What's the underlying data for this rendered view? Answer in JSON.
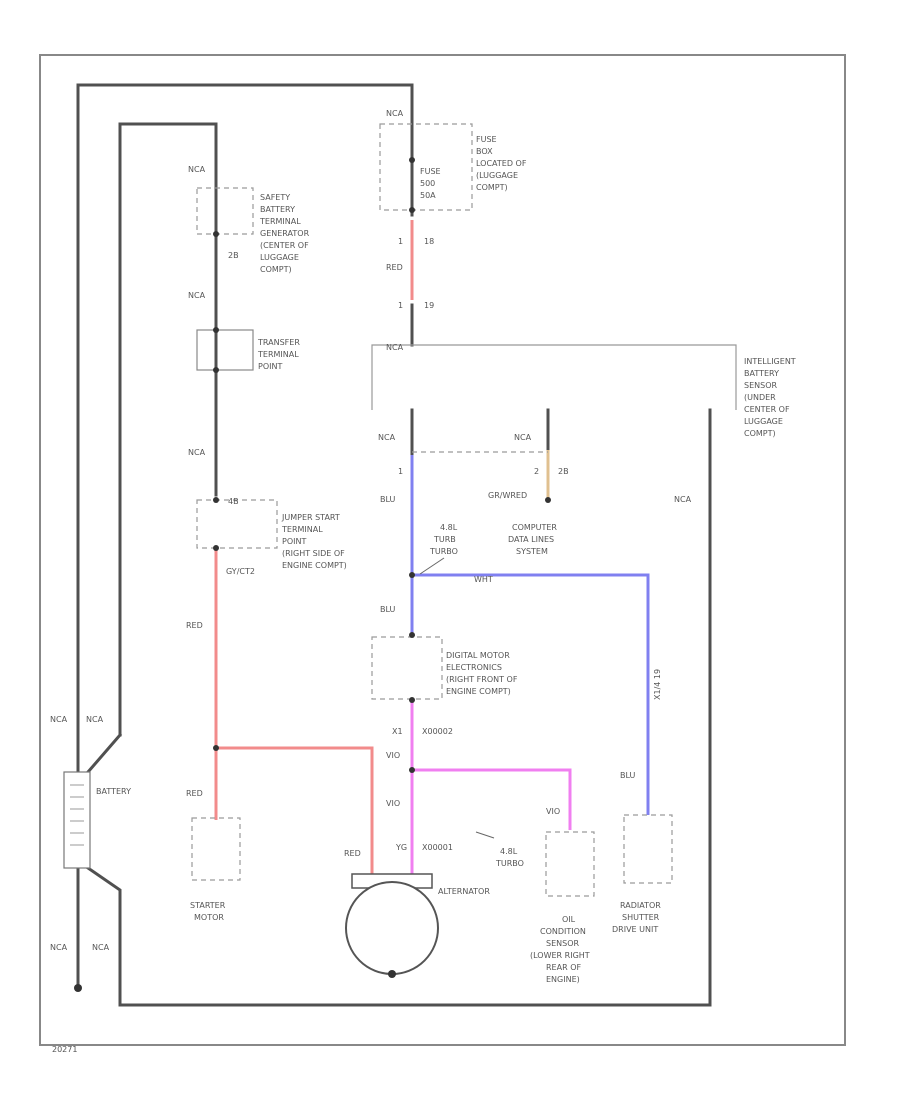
{
  "labels": {
    "nca": "NCA",
    "fuse_box": [
      "FUSE",
      "BOX",
      "LOCATED OF",
      "(LUGGAGE",
      "COMPT)"
    ],
    "fuse": [
      "FUSE",
      "500",
      "50A"
    ],
    "pin_1": "1",
    "pin_1b": "1",
    "pin_18": "18",
    "pin_19": "19",
    "red": "RED",
    "red_2": "RED",
    "red_3": "RED",
    "red_4": "RED",
    "safety_terminal": [
      "SAFETY",
      "BATTERY",
      "TERMINAL",
      "GENERATOR",
      "(CENTER OF",
      "LUGGAGE",
      "COMPT)"
    ],
    "pin_2b": "2B",
    "transfer_terminal": [
      "TRANSFER",
      "TERMINAL",
      "POINT"
    ],
    "jumper_start": [
      "JUMPER START",
      "TERMINAL",
      "POINT",
      "(RIGHT SIDE OF",
      "ENGINE COMPT)"
    ],
    "pin_4b": "4B",
    "gy_code": "GY/CT2",
    "ibs": [
      "INTELLIGENT",
      "BATTERY",
      "SENSOR",
      "(UNDER",
      "CENTER OF",
      "LUGGAGE",
      "COMPT)"
    ],
    "pin_2": "2",
    "pin_2c": "2B",
    "ground": "GR/WRED",
    "blu": "BLU",
    "blu_2": "BLU",
    "blu_3": "BLU",
    "eng_turbo": [
      "4.8L",
      "TURB",
      "TURBO"
    ],
    "cdl": [
      "COMPUTER",
      "DATA LINES",
      "SYSTEM"
    ],
    "wht": "WHT",
    "side_code": "X1/4 19",
    "dme": [
      "DIGITAL MOTOR",
      "ELECTRONICS",
      "(RIGHT FRONT OF",
      "ENGINE COMPT)"
    ],
    "pin_x1": "X1",
    "code_x1": "X00002",
    "pin_vio": "VIO",
    "pin_vio2": "VIO",
    "pin_vio3": "VIO",
    "pin_yg": "YG",
    "code_yg": "X00001",
    "turbo2": [
      "4.8L",
      "TURBO"
    ],
    "battery": "BATTERY",
    "starter": [
      "STARTER",
      "MOTOR"
    ],
    "alternator": "ALTERNATOR",
    "oil_sensor": [
      "OIL",
      "CONDITION",
      "SENSOR",
      "(LOWER RIGHT",
      "REAR OF",
      "ENGINE)"
    ],
    "rsdu": [
      "RADIATOR",
      "SHUTTER",
      "DRIVE UNIT"
    ],
    "diagram_id": "20271"
  }
}
